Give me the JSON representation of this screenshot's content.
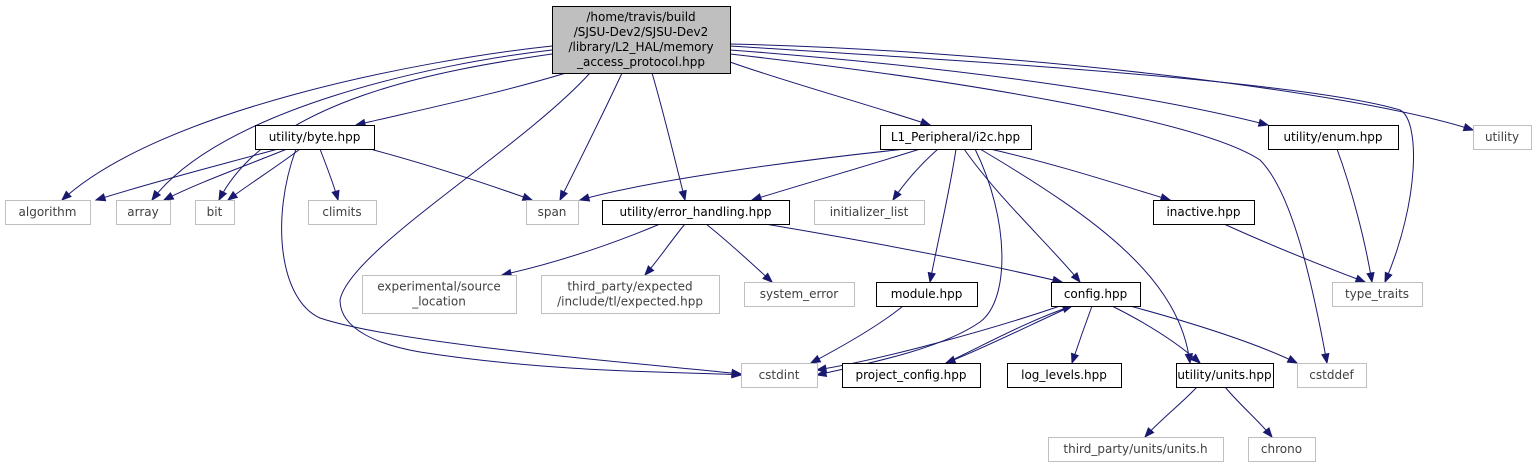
{
  "graph": {
    "nodes": {
      "root": {
        "lines": [
          "/home/travis/build",
          "/SJSU-Dev2/SJSU-Dev2",
          "/library/L2_HAL/memory",
          "_access_protocol.hpp"
        ],
        "style": "root"
      },
      "algorithm": {
        "lines": [
          "algorithm"
        ],
        "style": "external"
      },
      "array": {
        "lines": [
          "array"
        ],
        "style": "external"
      },
      "bit": {
        "lines": [
          "bit"
        ],
        "style": "external"
      },
      "climits": {
        "lines": [
          "climits"
        ],
        "style": "external"
      },
      "span": {
        "lines": [
          "span"
        ],
        "style": "external"
      },
      "utility_byte": {
        "lines": [
          "utility/byte.hpp"
        ],
        "style": "internal"
      },
      "utility_error_handling": {
        "lines": [
          "utility/error_handling.hpp"
        ],
        "style": "internal"
      },
      "initializer_list": {
        "lines": [
          "initializer_list"
        ],
        "style": "external"
      },
      "l1_i2c": {
        "lines": [
          "L1_Peripheral/i2c.hpp"
        ],
        "style": "internal"
      },
      "inactive": {
        "lines": [
          "inactive.hpp"
        ],
        "style": "internal"
      },
      "utility_enum": {
        "lines": [
          "utility/enum.hpp"
        ],
        "style": "internal"
      },
      "utility": {
        "lines": [
          "utility"
        ],
        "style": "external"
      },
      "type_traits": {
        "lines": [
          "type_traits"
        ],
        "style": "external"
      },
      "source_location": {
        "lines": [
          "experimental/source",
          "_location"
        ],
        "style": "external"
      },
      "expected": {
        "lines": [
          "third_party/expected",
          "/include/tl/expected.hpp"
        ],
        "style": "external"
      },
      "system_error": {
        "lines": [
          "system_error"
        ],
        "style": "external"
      },
      "module": {
        "lines": [
          "module.hpp"
        ],
        "style": "internal"
      },
      "config": {
        "lines": [
          "config.hpp"
        ],
        "style": "internal"
      },
      "cstdint": {
        "lines": [
          "cstdint"
        ],
        "style": "external"
      },
      "project_config": {
        "lines": [
          "project_config.hpp"
        ],
        "style": "internal"
      },
      "log_levels": {
        "lines": [
          "log_levels.hpp"
        ],
        "style": "internal"
      },
      "units": {
        "lines": [
          "utility/units.hpp"
        ],
        "style": "internal"
      },
      "cstddef": {
        "lines": [
          "cstddef"
        ],
        "style": "external"
      },
      "units_h": {
        "lines": [
          "third_party/units/units.h"
        ],
        "style": "external"
      },
      "chrono": {
        "lines": [
          "chrono"
        ],
        "style": "external"
      }
    },
    "edges": [
      [
        "root",
        "algorithm"
      ],
      [
        "root",
        "array"
      ],
      [
        "root",
        "bit"
      ],
      [
        "root",
        "utility_byte"
      ],
      [
        "root",
        "cstdint"
      ],
      [
        "root",
        "span"
      ],
      [
        "root",
        "utility_error_handling"
      ],
      [
        "root",
        "l1_i2c"
      ],
      [
        "root",
        "cstddef"
      ],
      [
        "root",
        "utility_enum"
      ],
      [
        "root",
        "type_traits"
      ],
      [
        "root",
        "utility"
      ],
      [
        "utility_byte",
        "algorithm"
      ],
      [
        "utility_byte",
        "array"
      ],
      [
        "utility_byte",
        "bit"
      ],
      [
        "utility_byte",
        "climits"
      ],
      [
        "utility_byte",
        "span"
      ],
      [
        "utility_byte",
        "cstdint"
      ],
      [
        "l1_i2c",
        "span"
      ],
      [
        "l1_i2c",
        "utility_error_handling"
      ],
      [
        "l1_i2c",
        "initializer_list"
      ],
      [
        "l1_i2c",
        "inactive"
      ],
      [
        "l1_i2c",
        "module"
      ],
      [
        "l1_i2c",
        "config"
      ],
      [
        "l1_i2c",
        "cstdint"
      ],
      [
        "l1_i2c",
        "units"
      ],
      [
        "utility_error_handling",
        "source_location"
      ],
      [
        "utility_error_handling",
        "expected"
      ],
      [
        "utility_error_handling",
        "system_error"
      ],
      [
        "utility_error_handling",
        "config"
      ],
      [
        "inactive",
        "type_traits"
      ],
      [
        "utility_enum",
        "type_traits"
      ],
      [
        "module",
        "cstdint"
      ],
      [
        "config",
        "cstdint"
      ],
      [
        "config",
        "project_config"
      ],
      [
        "config",
        "log_levels"
      ],
      [
        "config",
        "units"
      ],
      [
        "config",
        "cstddef"
      ],
      [
        "project_config",
        "config"
      ],
      [
        "units",
        "units_h"
      ],
      [
        "units",
        "chrono"
      ]
    ],
    "colors": {
      "edge": "#191970",
      "root_fill": "#bfbfbf",
      "root_border": "#000000",
      "internal_border": "#000000",
      "external_border": "#bfbfbf"
    }
  }
}
